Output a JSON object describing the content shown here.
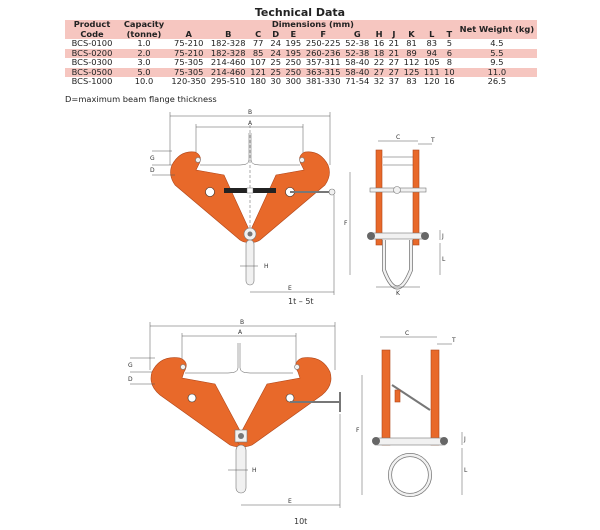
{
  "title": "Technical Data",
  "table": {
    "headers": {
      "code": "Product Code",
      "capacity": "Capacity (tonne)",
      "dimensions": "Dimensions (mm)",
      "weight": "Net Weight (kg)"
    },
    "dim_columns": [
      "A",
      "B",
      "C",
      "D",
      "E",
      "F",
      "G",
      "H",
      "J",
      "K",
      "L",
      "T"
    ],
    "rows": [
      [
        "BCS-0100",
        "1.0",
        "75-210",
        "182-328",
        "77",
        "24",
        "195",
        "250-225",
        "52-38",
        "16",
        "21",
        "81",
        "83",
        "5",
        "4.5"
      ],
      [
        "BCS-0200",
        "2.0",
        "75-210",
        "182-328",
        "85",
        "24",
        "195",
        "260-236",
        "52-38",
        "18",
        "21",
        "89",
        "94",
        "6",
        "5.5"
      ],
      [
        "BCS-0300",
        "3.0",
        "75-305",
        "214-460",
        "107",
        "25",
        "250",
        "357-311",
        "58-40",
        "22",
        "27",
        "112",
        "105",
        "8",
        "9.5"
      ],
      [
        "BCS-0500",
        "5.0",
        "75-305",
        "214-460",
        "121",
        "25",
        "250",
        "363-315",
        "58-40",
        "27",
        "27",
        "125",
        "111",
        "10",
        "11.0"
      ],
      [
        "BCS-1000",
        "10.0",
        "120-350",
        "295-510",
        "180",
        "30",
        "300",
        "381-330",
        "71-54",
        "32",
        "37",
        "83",
        "120",
        "16",
        "26.5"
      ]
    ]
  },
  "note": "D=maximum beam flange thickness",
  "drawings": {
    "labels": {
      "A": "A",
      "B": "B",
      "C": "C",
      "D": "D",
      "E": "E",
      "F": "F",
      "G": "G",
      "H": "H",
      "J": "J",
      "K": "K",
      "L": "L",
      "T": "T"
    },
    "caption_small": "1t – 5t",
    "caption_large": "10t",
    "colors": {
      "body": "#e8692a",
      "steel": "#f1f1f1"
    }
  }
}
